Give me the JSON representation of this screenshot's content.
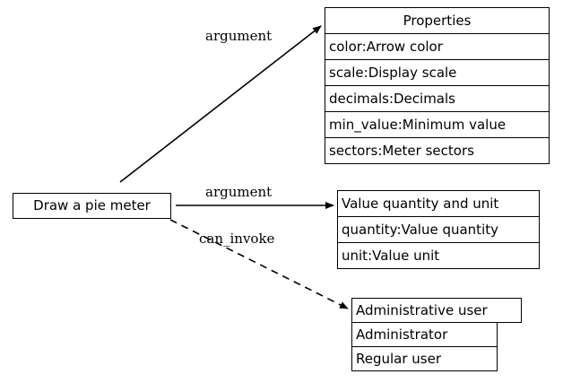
{
  "diagram": {
    "type": "record-graph",
    "background": "#ffffff",
    "line_color": "#000000",
    "text_color": "#000000"
  },
  "nodes": {
    "start": {
      "label": "Draw a pie meter"
    },
    "properties": {
      "title": "Properties",
      "fields": [
        "color:Arrow color",
        "scale:Display scale",
        "decimals:Decimals",
        "min_value:Minimum value",
        "sectors:Meter sectors"
      ]
    },
    "value": {
      "title": "Value quantity and unit",
      "fields": [
        "quantity:Value quantity",
        "unit:Value unit"
      ]
    },
    "admin": {
      "title": "Administrative user",
      "fields": [
        "Administrator",
        "Regular user"
      ]
    }
  },
  "edges": [
    {
      "id": "start-to-properties",
      "label": "argument",
      "style": "solid",
      "from": "start",
      "to": "properties"
    },
    {
      "id": "start-to-value",
      "label": "argument",
      "style": "solid",
      "from": "start",
      "to": "value"
    },
    {
      "id": "start-to-admin",
      "label": "can_invoke",
      "style": "dashed",
      "from": "start",
      "to": "admin"
    }
  ]
}
